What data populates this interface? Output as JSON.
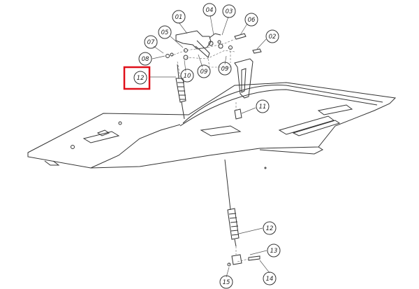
{
  "callouts": [
    {
      "id": "c01",
      "label": "01"
    },
    {
      "id": "c02",
      "label": "02"
    },
    {
      "id": "c03",
      "label": "03"
    },
    {
      "id": "c04",
      "label": "04"
    },
    {
      "id": "c05",
      "label": "05"
    },
    {
      "id": "c06",
      "label": "06"
    },
    {
      "id": "c07",
      "label": "07"
    },
    {
      "id": "c08",
      "label": "08"
    },
    {
      "id": "c09a",
      "label": "09"
    },
    {
      "id": "c09b",
      "label": "09"
    },
    {
      "id": "c10",
      "label": "10"
    },
    {
      "id": "c11",
      "label": "11"
    },
    {
      "id": "c12a",
      "label": "12"
    },
    {
      "id": "c12b",
      "label": "12"
    },
    {
      "id": "c13",
      "label": "13"
    },
    {
      "id": "c14",
      "label": "14"
    },
    {
      "id": "c15",
      "label": "15"
    }
  ],
  "highlight": {
    "callout": "c12a",
    "color": "#e0101a"
  }
}
